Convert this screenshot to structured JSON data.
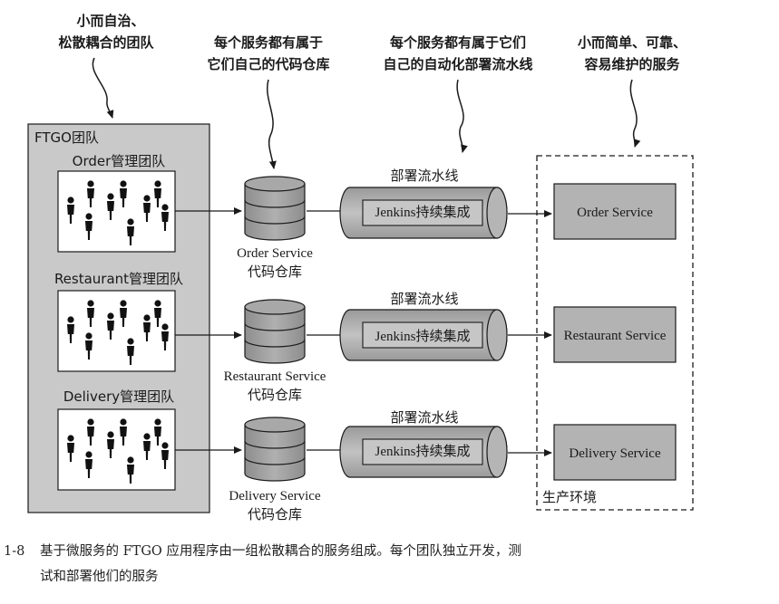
{
  "annotations": {
    "teams_line1": "小而自治、",
    "teams_line2": "松散耦合的团队",
    "repo_line1": "每个服务都有属于",
    "repo_line2": "它们自己的代码仓库",
    "pipeline_line1": "每个服务都有属于它们",
    "pipeline_line2": "自己的自动化部署流水线",
    "service_line1": "小而简单、可靠、",
    "service_line2": "容易维护的服务"
  },
  "ftgo_team_label": "FTGO团队",
  "rows": [
    {
      "team": "Order管理团队",
      "repo_line1": "Order Service",
      "repo_line2": "代码仓库",
      "pipeline_label": "部署流水线",
      "pipeline_box": "Jenkins持续集成",
      "service": "Order Service"
    },
    {
      "team": "Restaurant管理团队",
      "repo_line1": "Restaurant Service",
      "repo_line2": "代码仓库",
      "pipeline_label": "部署流水线",
      "pipeline_box": "Jenkins持续集成",
      "service": "Restaurant Service"
    },
    {
      "team": "Delivery管理团队",
      "repo_line1": "Delivery Service",
      "repo_line2": "代码仓库",
      "pipeline_label": "部署流水线",
      "pipeline_box": "Jenkins持续集成",
      "service": "Delivery Service"
    }
  ],
  "production_label": "生产环境",
  "caption": {
    "number": "1-8",
    "line1": "基于微服务的 FTGO 应用程序由一组松散耦合的服务组成。每个团队独立开发，测",
    "line2": "试和部署他们的服务"
  },
  "colors": {
    "panel_fill": "#c9c9c9",
    "box_fill": "#b3b3b3",
    "white": "#ffffff",
    "line": "#1a1a1a"
  }
}
